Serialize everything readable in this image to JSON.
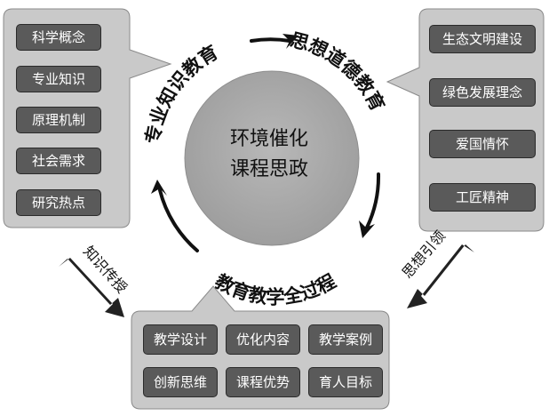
{
  "center": {
    "line1": "环境催化",
    "line2": "课程思政"
  },
  "ring_labels": {
    "professional": "专业知识教育",
    "ideological": "思想道德教育",
    "process": "教育教学全过程"
  },
  "left_panel": {
    "items": [
      "科学概念",
      "专业知识",
      "原理机制",
      "社会需求",
      "研究热点"
    ]
  },
  "right_panel": {
    "items": [
      "生态文明建设",
      "绿色发展理念",
      "爱国情怀",
      "工匠精神"
    ]
  },
  "bottom_panel": {
    "row1": [
      "教学设计",
      "优化内容",
      "教学案例"
    ],
    "row2": [
      "创新思维",
      "课程优势",
      "育人目标"
    ]
  },
  "arrows": {
    "left_label": "知识传授",
    "right_label": "思想引领"
  },
  "colors": {
    "panel_fill": "#c9c9c9",
    "item_fill": "#5a5a5a",
    "center_fill": "#a9a9a9",
    "ink": "#111111"
  }
}
